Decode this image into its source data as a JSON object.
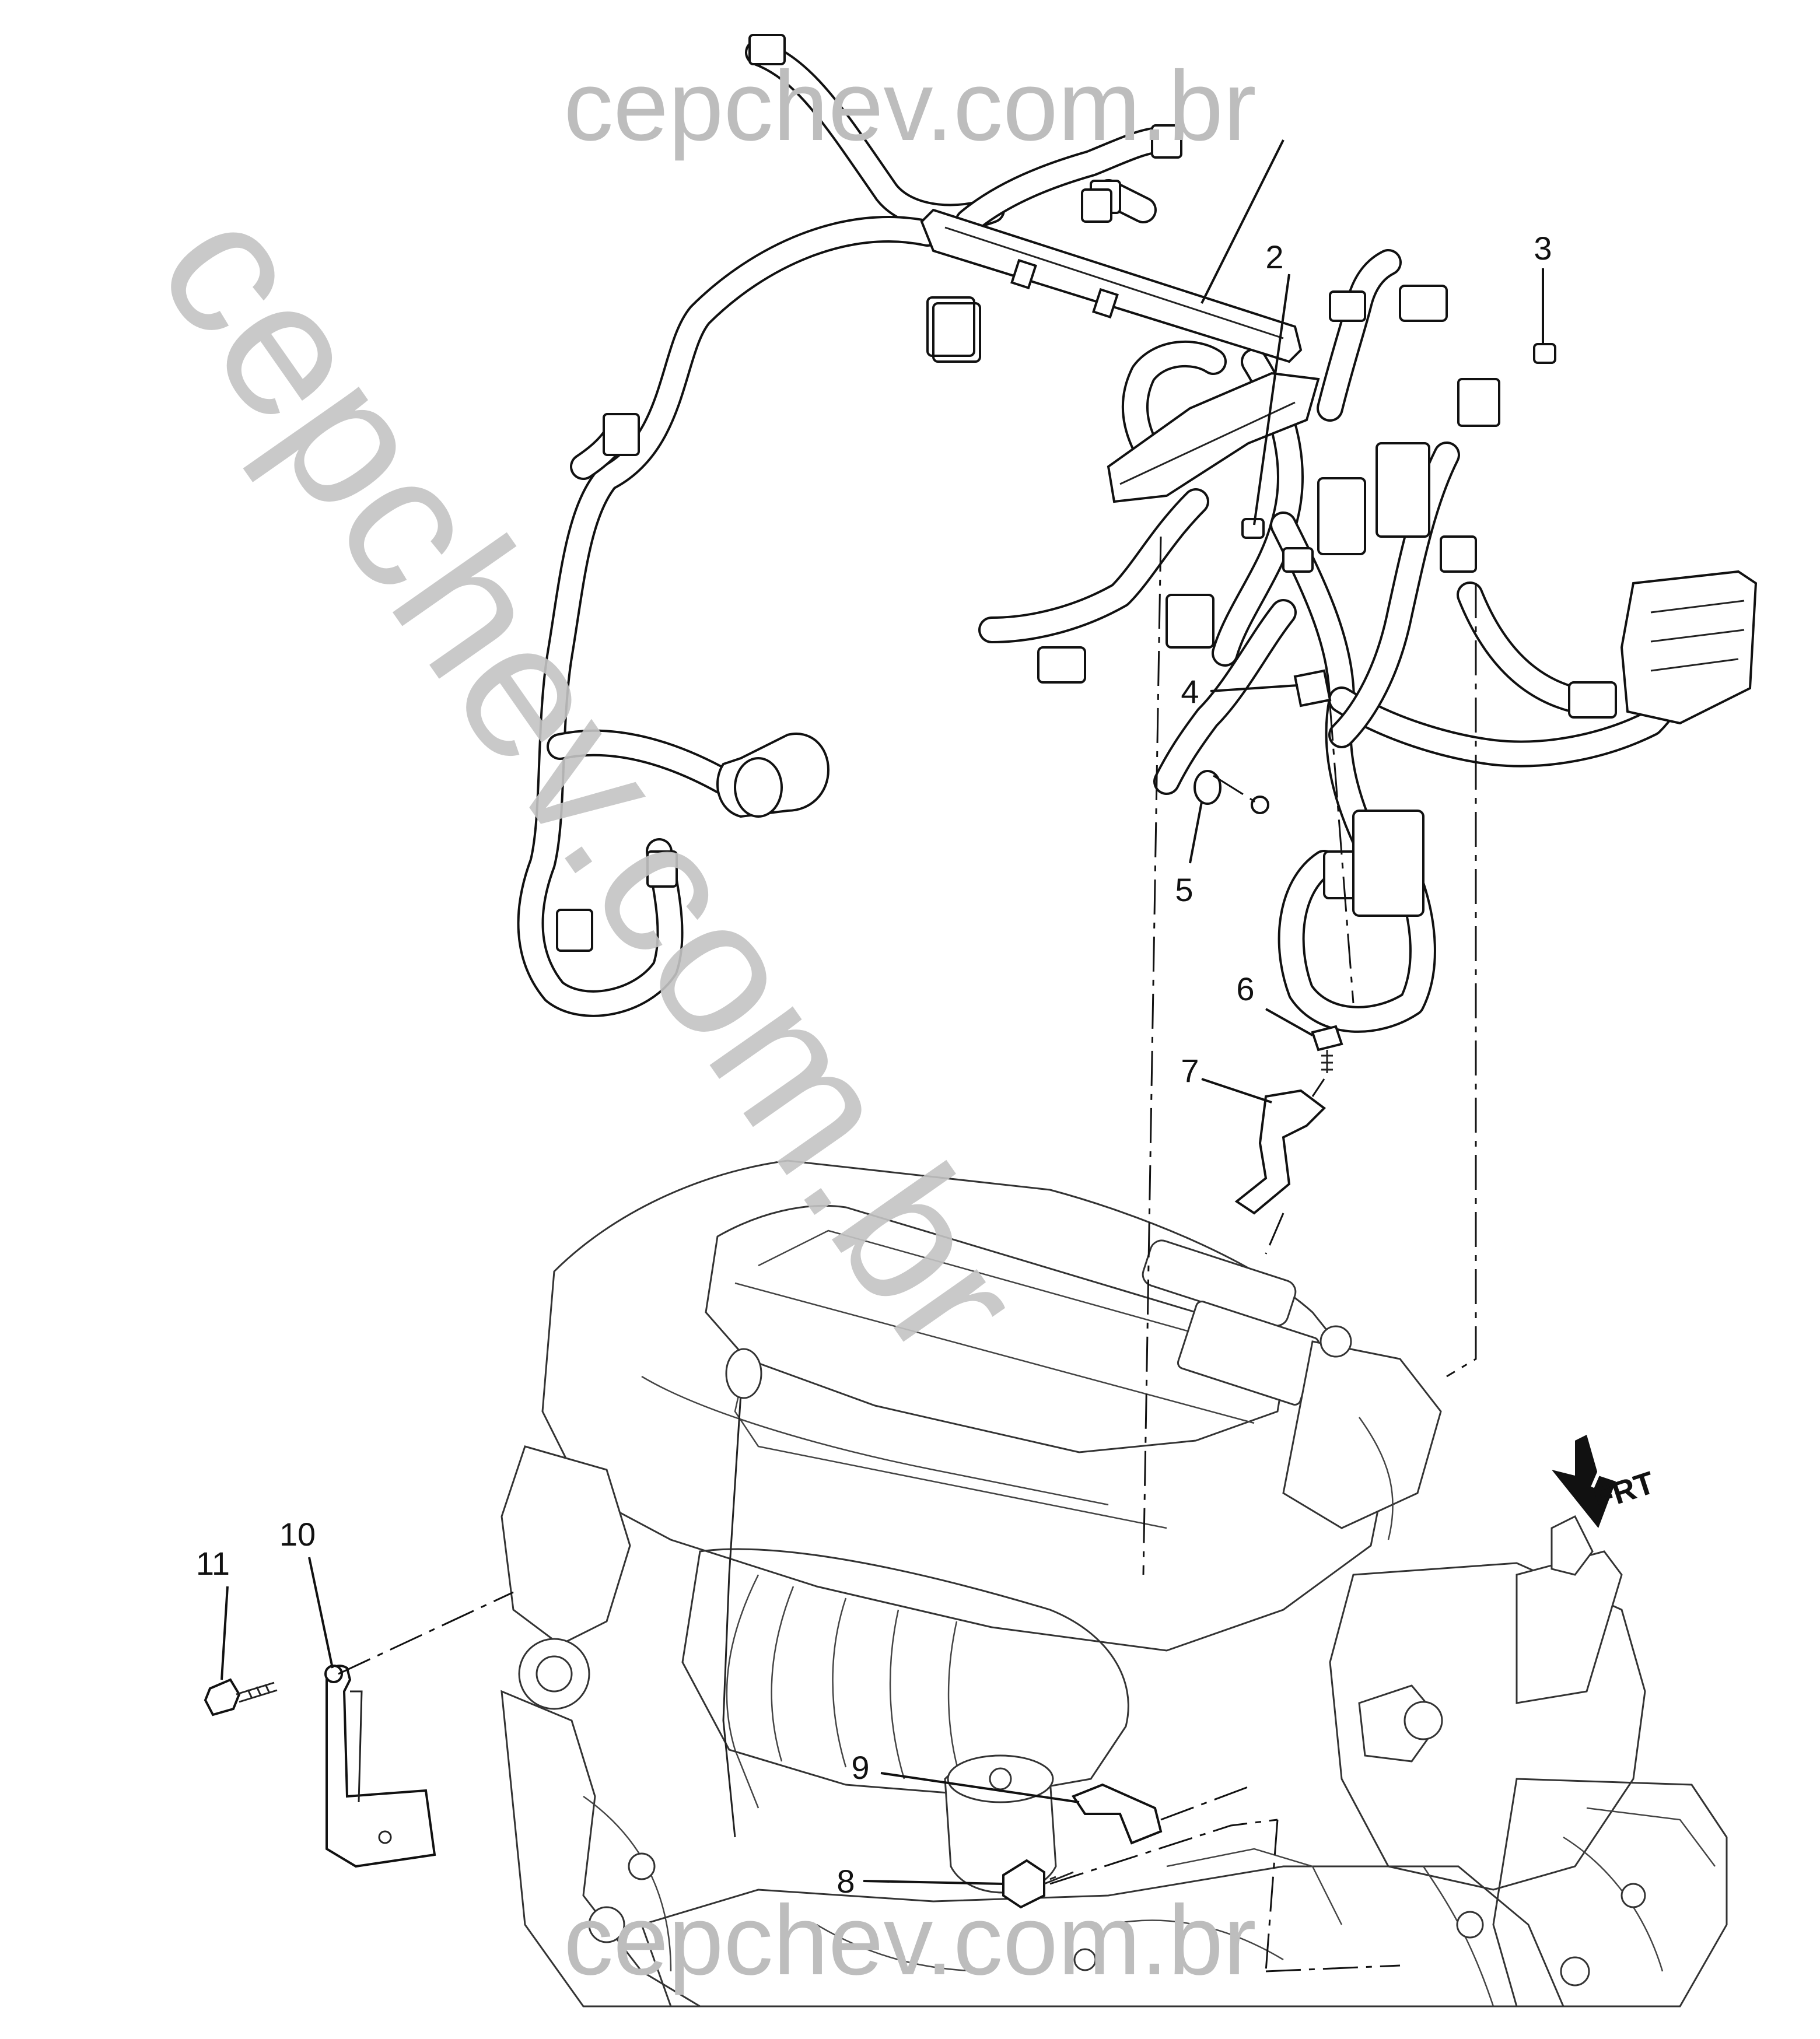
{
  "watermark": {
    "top": "cepchev.com.br",
    "bottom": "cepchev.com.br",
    "diagonal": "cepchev.com.br"
  },
  "callouts": [
    {
      "id": "1",
      "label": ""
    },
    {
      "id": "2",
      "label": "2"
    },
    {
      "id": "3",
      "label": "3"
    },
    {
      "id": "4",
      "label": "4"
    },
    {
      "id": "5",
      "label": "5"
    },
    {
      "id": "6",
      "label": "6"
    },
    {
      "id": "7",
      "label": "7"
    },
    {
      "id": "8",
      "label": "8"
    },
    {
      "id": "9",
      "label": "9"
    },
    {
      "id": "10",
      "label": "10"
    },
    {
      "id": "11",
      "label": "11"
    }
  ],
  "direction_indicator": {
    "text": "FRT",
    "icon": "front-arrow-icon"
  }
}
